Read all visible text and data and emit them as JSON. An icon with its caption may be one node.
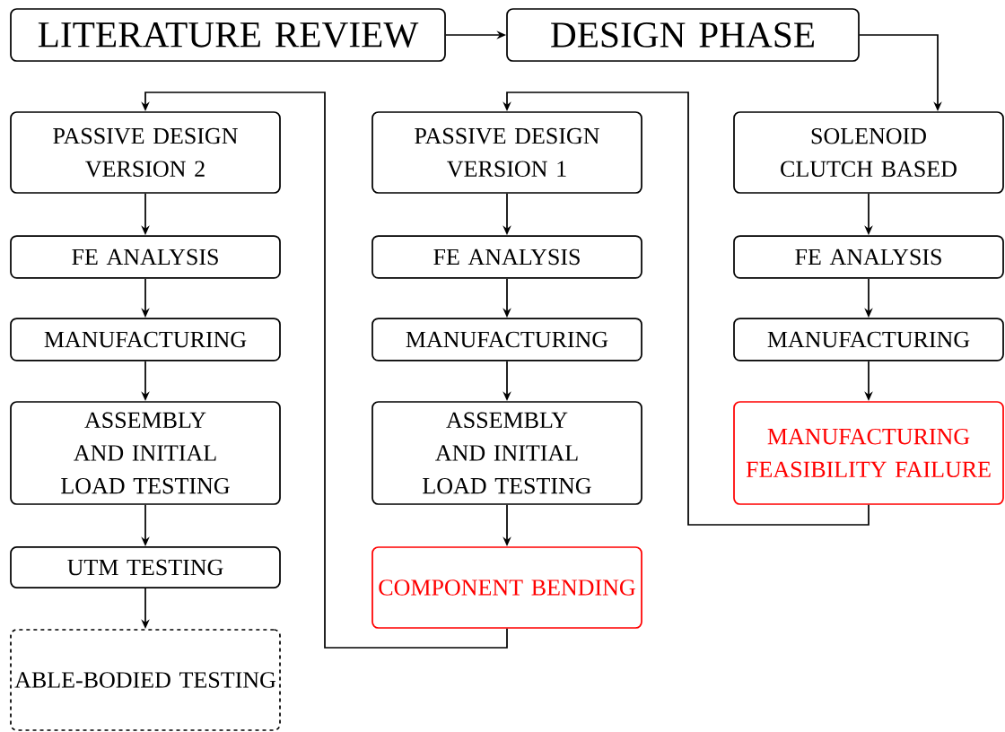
{
  "diagram": {
    "nodes": [
      {
        "text": [
          "LITERATURE REVIEW"
        ]
      },
      {
        "text": [
          "DESIGN PHASE"
        ]
      },
      {
        "text": [
          "PASSIVE DESIGN VERSION 2"
        ]
      },
      {
        "text": [
          "FE ANALYSIS"
        ]
      },
      {
        "text": [
          "MANUFACTURING"
        ]
      },
      {
        "text": [
          "ASSEMBLY AND INITIAL LOAD TESTING"
        ]
      },
      {
        "text": [
          "UTM TESTING"
        ]
      },
      {
        "text": [
          "ABLE-BODIED TESTING"
        ]
      },
      {
        "text": [
          "PASSIVE DESIGN VERSION 1"
        ]
      },
      {
        "text": [
          "FE ANALYSIS"
        ]
      },
      {
        "text": [
          "MANUFACTURING"
        ]
      },
      {
        "text": [
          "ASSEMBLY AND INITIAL LOAD TESTING"
        ]
      },
      {
        "text": [
          "COMPONENT BENDING"
        ]
      },
      {
        "text": [
          "SOLENOID CLUTCH BASED"
        ]
      },
      {
        "text": [
          "FE ANALYSIS"
        ]
      },
      {
        "text": [
          "MANUFACTURING"
        ]
      },
      {
        "text": [
          "MANUFACTURING FEASIBILITY FAILURE"
        ]
      }
    ],
    "edges": [
      {
        "from": 0,
        "to": 1,
        "arrow": "to"
      },
      {
        "from": 1,
        "to": 13,
        "arrow": "to"
      },
      {
        "from": 2,
        "to": 3,
        "arrow": "to"
      },
      {
        "from": 3,
        "to": 4,
        "arrow": "to"
      },
      {
        "from": 4,
        "to": 5,
        "arrow": "to"
      },
      {
        "from": 5,
        "to": 6,
        "arrow": "to"
      },
      {
        "from": 6,
        "to": 7,
        "arrow": "to"
      },
      {
        "from": 8,
        "to": 9,
        "arrow": "to"
      },
      {
        "from": 9,
        "to": 10,
        "arrow": "to"
      },
      {
        "from": 10,
        "to": 11,
        "arrow": "to"
      },
      {
        "from": 11,
        "to": 12,
        "arrow": "to"
      },
      {
        "from": 12,
        "to": 2,
        "arrow": "to"
      },
      {
        "from": 13,
        "to": 14,
        "arrow": "to"
      },
      {
        "from": 14,
        "to": 15,
        "arrow": "to"
      },
      {
        "from": 15,
        "to": 16,
        "arrow": "to"
      },
      {
        "from": 16,
        "to": 8,
        "arrow": "to"
      }
    ]
  }
}
